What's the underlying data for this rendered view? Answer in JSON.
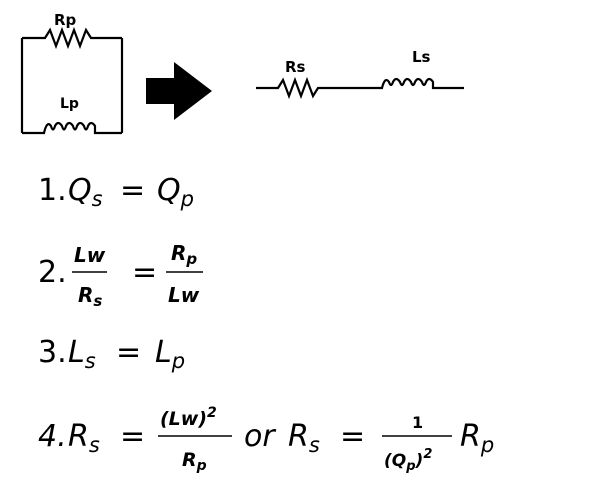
{
  "diagram": {
    "parallel_resistor_label": "Rp",
    "parallel_inductor_label": "Lp",
    "series_resistor_label": "Rs",
    "series_inductor_label": "Ls"
  },
  "equations": [
    {
      "number": "1.",
      "lhs": "Q",
      "lhs_sub": "s",
      "eq": "=",
      "rhs": "Q",
      "rhs_sub": "p"
    },
    {
      "number": "2.",
      "lhs_num": "Lw",
      "lhs_den_main": "R",
      "lhs_den_sub": "s",
      "eq": "=",
      "rhs_num_main": "R",
      "rhs_num_sub": "p",
      "rhs_den": "Lw"
    },
    {
      "number": "3.",
      "lhs": "L",
      "lhs_sub": "s",
      "eq": "=",
      "rhs": "L",
      "rhs_sub": "p"
    },
    {
      "number": "4.",
      "lhs": "R",
      "lhs_sub": "s",
      "eq": "=",
      "frac1_num_main": "(Lw)",
      "frac1_num_sup": "2",
      "frac1_den_main": "R",
      "frac1_den_sub": "p",
      "or": "or",
      "lhs2": "R",
      "lhs2_sub": "s",
      "eq2": "=",
      "frac2_num": "1",
      "frac2_den_main": "(Q",
      "frac2_den_sub": "p",
      "frac2_den_close": ")",
      "frac2_den_sup": "2",
      "tail": "R",
      "tail_sub": "p"
    }
  ]
}
